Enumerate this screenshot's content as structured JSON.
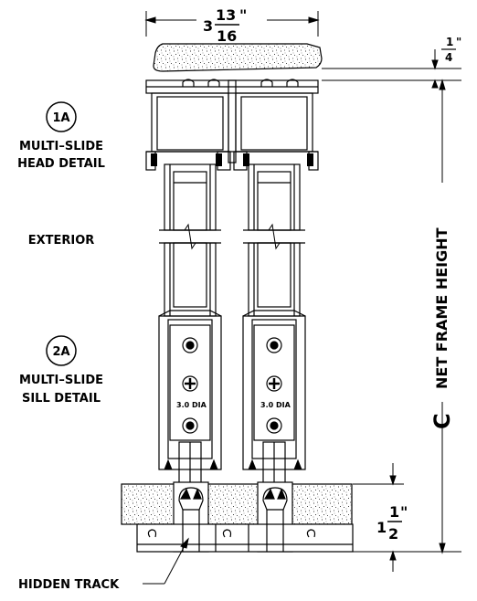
{
  "details": {
    "head": {
      "callout": "1A",
      "line1": "MULTI–SLIDE",
      "line2": "HEAD DETAIL"
    },
    "sill": {
      "callout": "2A",
      "line1": "MULTI–SLIDE",
      "line2": "SILL DETAIL"
    }
  },
  "labels": {
    "exterior": "EXTERIOR",
    "hidden_track": "HIDDEN TRACK",
    "net_frame_height": "NET FRAME HEIGHT",
    "c_mark": "C"
  },
  "dimensions": {
    "width": {
      "whole": "3",
      "num": "13",
      "den": "16",
      "unit": "\""
    },
    "head_gap": {
      "num": "1",
      "den": "4",
      "unit": "\""
    },
    "sill_height": {
      "whole": "1",
      "num": "1",
      "den": "2",
      "unit": "\""
    }
  },
  "fastener_label": "3.0 DIA"
}
